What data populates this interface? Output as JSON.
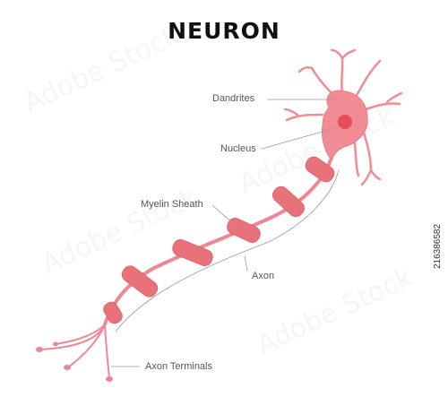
{
  "title": "NEURON",
  "labels": {
    "dendrites": "Dandrites",
    "nucleus": "Nucleus",
    "myelin_sheath": "Myelin Sheath",
    "axon": "Axon",
    "axon_terminals": "Axon Terminals"
  },
  "image_id": "216386582",
  "watermark": "Adobe Stock",
  "colors": {
    "cell_body": "#f18c95",
    "myelin": "#e9717a",
    "axon": "#ee8791",
    "nucleus": "#e64e5a",
    "leader_line": "#9a9a9a",
    "title": "#111111"
  }
}
